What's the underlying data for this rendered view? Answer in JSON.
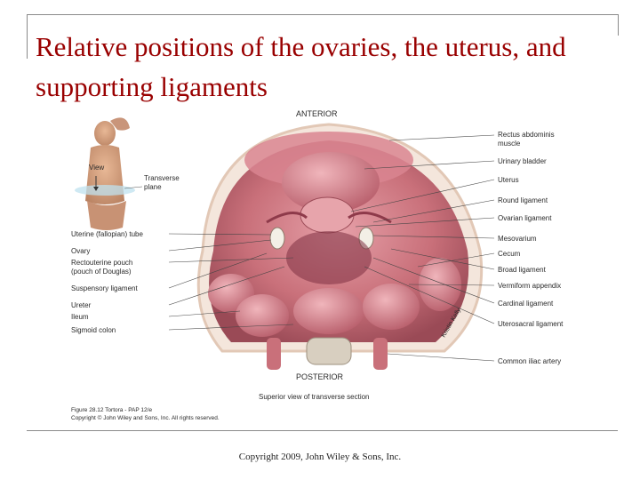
{
  "slide": {
    "title": "Relative positions of the ovaries, the uterus, and supporting ligaments",
    "footer": "Copyright 2009, John Wiley & Sons, Inc."
  },
  "figure": {
    "top_label": "ANTERIOR",
    "bottom_label": "POSTERIOR",
    "caption": "Superior view of transverse section",
    "inset": {
      "view": "View",
      "plane_line1": "Transverse",
      "plane_line2": "plane"
    },
    "credit_line1": "Figure 28.12  Tortora - PAP 12/e",
    "credit_line2": "Copyright © John Wiley and Sons, Inc. All rights reserved.",
    "artist_signature": "Kristin Kelly",
    "left_labels": [
      "Uterine (fallopian) tube",
      "Ovary",
      "Rectouterine pouch",
      "(pouch of Douglas)",
      "Suspensory ligament",
      "Ureter",
      "Ileum",
      "Sigmoid colon"
    ],
    "right_labels": [
      "Rectus abdominis",
      "muscle",
      "Urinary bladder",
      "Uterus",
      "Round ligament",
      "Ovarian ligament",
      "Mesovarium",
      "Cecum",
      "Broad ligament",
      "Vermiform appendix",
      "Cardinal ligament",
      "Uterosacral ligament",
      "Common iliac artery"
    ]
  },
  "colors": {
    "title": "#990000",
    "tissue": "#c9707a",
    "tissue_dark": "#8e3a4a",
    "outline": "#e8c9b8"
  }
}
